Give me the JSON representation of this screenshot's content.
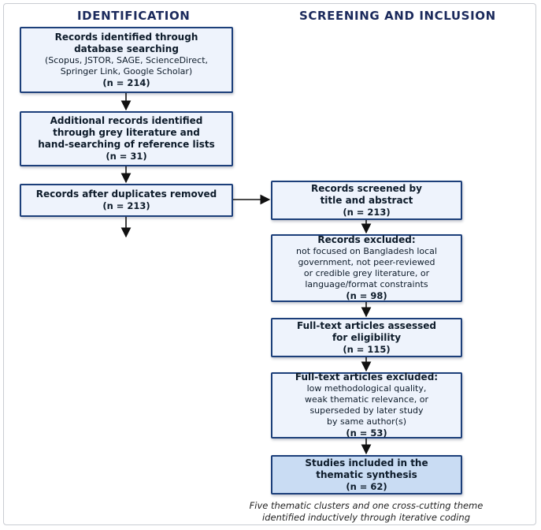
{
  "headings": {
    "identification": "IDENTIFICATION",
    "screening": "SCREENING AND INCLUSION"
  },
  "boxes": {
    "identified": {
      "title": "Records identified through\ndatabase searching",
      "detail": "(Scopus, JSTOR, SAGE, ScienceDirect,\nSpringer Link, Google Scholar)",
      "n": "(n = 214)"
    },
    "additional": {
      "title": "Additional records identified\nthrough grey literature and\nhand-searching of reference lists",
      "n": "(n = 31)"
    },
    "deduplicated": {
      "title": "Records after duplicates removed",
      "n": "(n = 213)"
    },
    "screened": {
      "title": "Records screened by\ntitle and abstract",
      "n": "(n = 213)"
    },
    "excluded": {
      "title": "Records excluded:",
      "detail": "not focused on Bangladesh local\ngovernment, not peer-reviewed\nor credible grey literature, or\nlanguage/format constraints",
      "n": "(n = 98)"
    },
    "fulltext": {
      "title": "Full-text articles assessed\nfor eligibility",
      "n": "(n = 115)"
    },
    "fulltext_excluded": {
      "title": "Full-text articles excluded:",
      "detail": "low methodological quality,\nweak thematic relevance, or\nsuperseded by later study\nby same author(s)",
      "n": "(n = 53)"
    },
    "included": {
      "title": "Studies included in the\nthematic synthesis",
      "n": "(n = 62)"
    }
  },
  "footnote": "Five thematic clusters and one cross-cutting theme\nidentified inductively through iterative coding",
  "colors": {
    "box_border": "#1c3f7a",
    "box_fill": "#eef3fc",
    "final_fill": "#c9dcf3",
    "heading": "#1b2a5c"
  }
}
